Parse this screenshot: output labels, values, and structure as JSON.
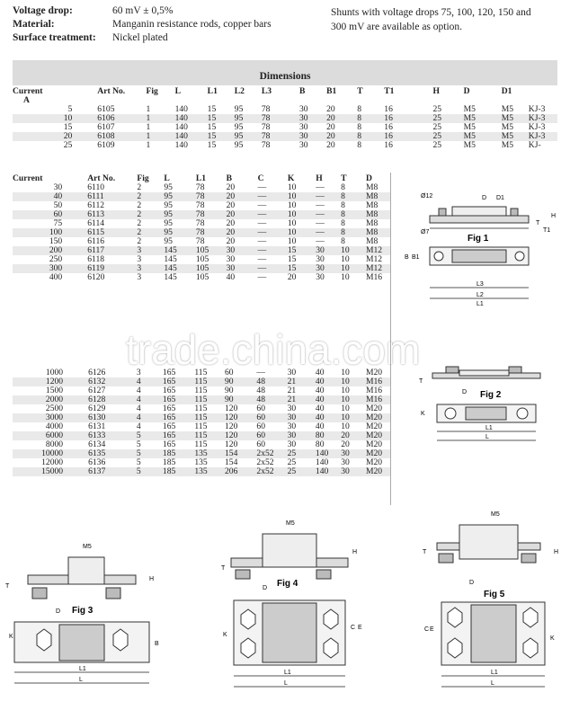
{
  "specs": [
    {
      "key": "Voltage drop:",
      "value": "60 mV ± 0,5%"
    },
    {
      "key": "Material:",
      "value": "Manganin resistance rods, copper bars"
    },
    {
      "key": "Surface treatment:",
      "value": "Nickel plated"
    }
  ],
  "note_line1": "Shunts with voltage drops 75, 100, 120, 150 and",
  "note_line2": "300 mV are available as option.",
  "dimensions_title": "Dimensions",
  "table1": {
    "headers": [
      "Current",
      "Art No.",
      "Fig",
      "L",
      "L1",
      "L2",
      "L3",
      "B",
      "B1",
      "T",
      "T1",
      "H",
      "D",
      "D1",
      ""
    ],
    "header_sub": "A",
    "rows": [
      [
        "5",
        "6105",
        "1",
        "140",
        "15",
        "95",
        "78",
        "30",
        "20",
        "8",
        "16",
        "25",
        "M5",
        "M5",
        "KJ-3"
      ],
      [
        "10",
        "6106",
        "1",
        "140",
        "15",
        "95",
        "78",
        "30",
        "20",
        "8",
        "16",
        "25",
        "M5",
        "M5",
        "KJ-3"
      ],
      [
        "15",
        "6107",
        "1",
        "140",
        "15",
        "95",
        "78",
        "30",
        "20",
        "8",
        "16",
        "25",
        "M5",
        "M5",
        "KJ-3"
      ],
      [
        "20",
        "6108",
        "1",
        "140",
        "15",
        "95",
        "78",
        "30",
        "20",
        "8",
        "16",
        "25",
        "M5",
        "M5",
        "KJ-3"
      ],
      [
        "25",
        "6109",
        "1",
        "140",
        "15",
        "95",
        "78",
        "30",
        "20",
        "8",
        "16",
        "25",
        "M5",
        "M5",
        "KJ-"
      ]
    ]
  },
  "table2": {
    "headers": [
      "Current",
      "Art No.",
      "Fig",
      "L",
      "L1",
      "B",
      "C",
      "K",
      "H",
      "T",
      "D"
    ],
    "rows": [
      [
        "30",
        "6110",
        "2",
        "95",
        "78",
        "20",
        "—",
        "10",
        "—",
        "8",
        "M8"
      ],
      [
        "40",
        "6111",
        "2",
        "95",
        "78",
        "20",
        "—",
        "10",
        "—",
        "8",
        "M8"
      ],
      [
        "50",
        "6112",
        "2",
        "95",
        "78",
        "20",
        "—",
        "10",
        "—",
        "8",
        "M8"
      ],
      [
        "60",
        "6113",
        "2",
        "95",
        "78",
        "20",
        "—",
        "10",
        "—",
        "8",
        "M8"
      ],
      [
        "75",
        "6114",
        "2",
        "95",
        "78",
        "20",
        "—",
        "10",
        "—",
        "8",
        "M8"
      ],
      [
        "100",
        "6115",
        "2",
        "95",
        "78",
        "20",
        "—",
        "10",
        "—",
        "8",
        "M8"
      ],
      [
        "150",
        "6116",
        "2",
        "95",
        "78",
        "20",
        "—",
        "10",
        "—",
        "8",
        "M8"
      ],
      [
        "200",
        "6117",
        "3",
        "145",
        "105",
        "30",
        "—",
        "15",
        "30",
        "10",
        "M12"
      ],
      [
        "250",
        "6118",
        "3",
        "145",
        "105",
        "30",
        "—",
        "15",
        "30",
        "10",
        "M12"
      ],
      [
        "300",
        "6119",
        "3",
        "145",
        "105",
        "30",
        "—",
        "15",
        "30",
        "10",
        "M12"
      ],
      [
        "400",
        "6120",
        "3",
        "145",
        "105",
        "40",
        "—",
        "20",
        "30",
        "10",
        "M16"
      ]
    ],
    "rows_lower": [
      [
        "1000",
        "6126",
        "3",
        "165",
        "115",
        "60",
        "—",
        "30",
        "40",
        "10",
        "M20"
      ],
      [
        "1200",
        "6132",
        "4",
        "165",
        "115",
        "90",
        "48",
        "21",
        "40",
        "10",
        "M16"
      ],
      [
        "1500",
        "6127",
        "4",
        "165",
        "115",
        "90",
        "48",
        "21",
        "40",
        "10",
        "M16"
      ],
      [
        "2000",
        "6128",
        "4",
        "165",
        "115",
        "90",
        "48",
        "21",
        "40",
        "10",
        "M16"
      ],
      [
        "2500",
        "6129",
        "4",
        "165",
        "115",
        "120",
        "60",
        "30",
        "40",
        "10",
        "M20"
      ],
      [
        "3000",
        "6130",
        "4",
        "165",
        "115",
        "120",
        "60",
        "30",
        "40",
        "10",
        "M20"
      ],
      [
        "4000",
        "6131",
        "4",
        "165",
        "115",
        "120",
        "60",
        "30",
        "40",
        "10",
        "M20"
      ],
      [
        "6000",
        "6133",
        "5",
        "165",
        "115",
        "120",
        "60",
        "30",
        "80",
        "20",
        "M20"
      ],
      [
        "8000",
        "6134",
        "5",
        "165",
        "115",
        "120",
        "60",
        "30",
        "80",
        "20",
        "M20"
      ],
      [
        "10000",
        "6135",
        "5",
        "185",
        "135",
        "154",
        "2x52",
        "25",
        "140",
        "30",
        "M20"
      ],
      [
        "12000",
        "6136",
        "5",
        "185",
        "135",
        "154",
        "2x52",
        "25",
        "140",
        "30",
        "M20"
      ],
      [
        "15000",
        "6137",
        "5",
        "185",
        "135",
        "206",
        "2x52",
        "25",
        "140",
        "30",
        "M20"
      ]
    ]
  },
  "watermark": "trade.china.com",
  "figs": {
    "fig1": "Fig 1",
    "fig2": "Fig 2",
    "fig3": "Fig 3",
    "fig4": "Fig 4",
    "fig5": "Fig 5"
  },
  "dim_labels": {
    "phi12": "Ø12",
    "phi7": "Ø7",
    "D": "D",
    "D1": "D1",
    "T": "T",
    "T1": "T1",
    "H": "H",
    "B": "B",
    "B1": "B1",
    "L": "L",
    "L1": "L1",
    "L2": "L2",
    "L3": "L3",
    "K": "K",
    "M5": "M5",
    "C": "C",
    "E": "E"
  }
}
